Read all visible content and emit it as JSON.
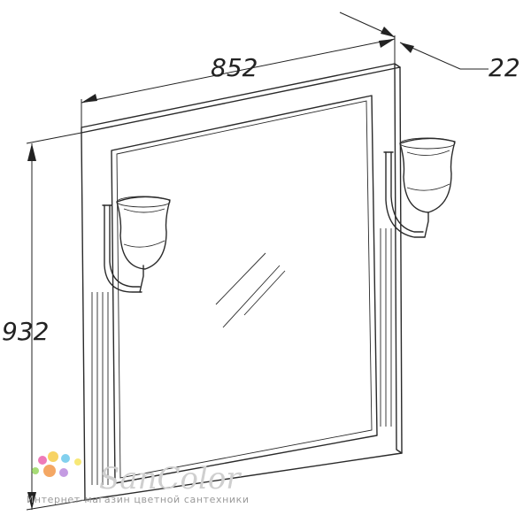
{
  "dimensions": {
    "width": "852",
    "height": "932",
    "depth": "22"
  },
  "watermark": {
    "brand": "SanColor",
    "tagline": "Интернет-магазин цветной сантехники",
    "dot_colors": [
      "#e84da0",
      "#f4c430",
      "#58c0e8",
      "#8ad04a",
      "#f08a30",
      "#b07ad8",
      "#f4e04a"
    ]
  },
  "colors": {
    "line": "#2a2a2a",
    "watermark": "#cfcfcf"
  }
}
